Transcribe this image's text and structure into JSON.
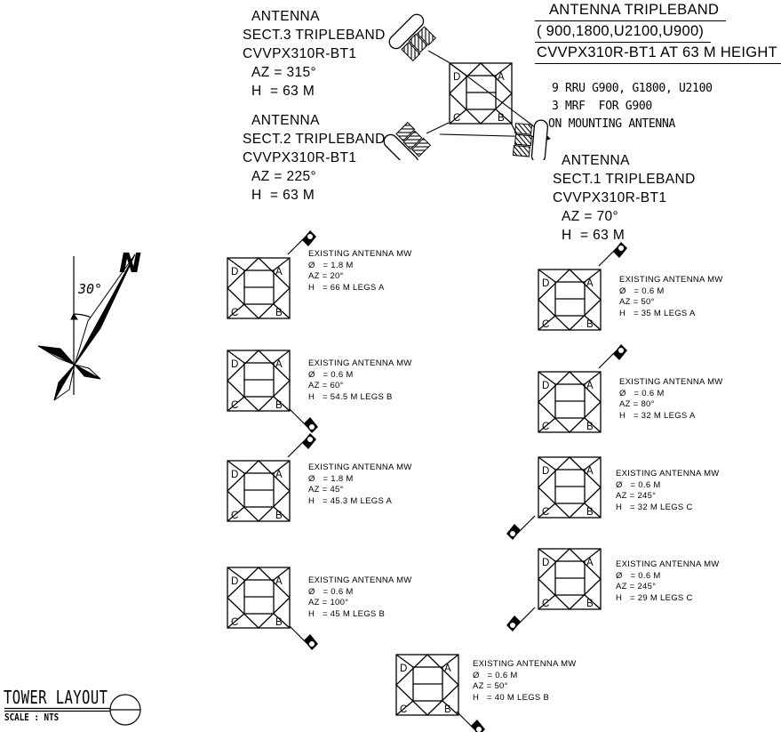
{
  "corners": {
    "tl": "D",
    "tr": "A",
    "bl": "C",
    "br": "B"
  },
  "header": {
    "title_lines": [
      "ANTENNA TRIPLEBAND",
      "( 900,1800,U2100,U900)",
      "CVVPX310R-BT1 AT 63 M HEIGHT"
    ],
    "notes": [
      "9 RRU G900, G1800, U2100",
      "3 MRF  FOR G900",
      "ON MOUNTING ANTENNA"
    ]
  },
  "sections": {
    "sect3": [
      "ANTENNA",
      "SECT.3 TRIPLEBAND",
      "CVVPX310R-BT1",
      "AZ = 315°",
      "H  = 63 M"
    ],
    "sect2": [
      "ANTENNA",
      "SECT.2 TRIPLEBAND",
      "CVVPX310R-BT1",
      "AZ = 225°",
      "H  = 63 M"
    ],
    "sect1": [
      "ANTENNA",
      "SECT.1 TRIPLEBAND",
      "CVVPX310R-BT1",
      "AZ = 70°",
      "H  = 63 M"
    ]
  },
  "compass": {
    "north": "N",
    "angle": "30°"
  },
  "diagrams": [
    {
      "name": "EXISTING ANTENNA MW",
      "dia": "Ø   = 1.8 M",
      "az": "AZ = 20°",
      "h": "H   = 66 M LEGS A"
    },
    {
      "name": "EXISTING ANTENNA MW",
      "dia": "Ø   = 0.6 M",
      "az": "AZ = 60°",
      "h": "H   = 54.5 M LEGS B"
    },
    {
      "name": "EXISTING ANTENNA MW",
      "dia": "Ø   = 1.8 M",
      "az": "AZ = 45°",
      "h": "H   = 45.3 M LEGS A"
    },
    {
      "name": "EXISTING ANTENNA MW",
      "dia": "Ø   = 0.6 M",
      "az": "AZ = 100°",
      "h": "H   = 45 M LEGS B"
    },
    {
      "name": "EXISTING ANTENNA MW",
      "dia": "Ø   = 0.6 M",
      "az": "AZ = 50°",
      "h": "H   = 35 M LEGS A"
    },
    {
      "name": "EXISTING ANTENNA MW",
      "dia": "Ø   = 0.6 M",
      "az": "AZ = 80°",
      "h": "H   = 32 M LEGS A"
    },
    {
      "name": "EXISTING ANTENNA MW",
      "dia": "Ø   = 0.6 M",
      "az": "AZ = 245°",
      "h": "H   = 32 M LEGS C"
    },
    {
      "name": "EXISTING ANTENNA MW",
      "dia": "Ø   = 0.6 M",
      "az": "AZ = 245°",
      "h": "H   = 29 M LEGS C"
    },
    {
      "name": "EXISTING ANTENNA MW",
      "dia": "Ø   = 0.6 M",
      "az": "AZ = 50°",
      "h": "H   = 40 M LEGS B"
    }
  ],
  "footer": {
    "title": "TOWER LAYOUT",
    "scale": "SCALE : NTS"
  }
}
